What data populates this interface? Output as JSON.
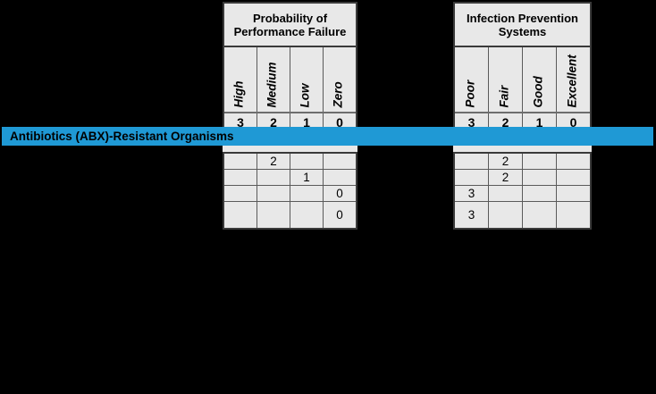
{
  "banner": {
    "label": "Antibiotics (ABX)-Resistant Organisms",
    "color": "#1f99d5"
  },
  "tables": {
    "left": {
      "title": "Probability of\nPerformance Failure",
      "title_line1": "Probability of",
      "title_line2": "Performance Failure",
      "columns": [
        {
          "label": "High",
          "score": "3"
        },
        {
          "label": "Medium",
          "score": "2"
        },
        {
          "label": "Low",
          "score": "1"
        },
        {
          "label": "Zero",
          "score": "0"
        }
      ],
      "rows": [
        [
          "",
          "2",
          "",
          ""
        ],
        [
          "",
          "",
          "1",
          ""
        ],
        [
          "",
          "",
          "",
          "0"
        ],
        [
          "",
          "",
          "",
          "0"
        ]
      ]
    },
    "right": {
      "title_line1": "Infection Prevention",
      "title_line2": "Systems",
      "columns": [
        {
          "label": "Poor",
          "score": "3"
        },
        {
          "label": "Fair",
          "score": "2"
        },
        {
          "label": "Good",
          "score": "1"
        },
        {
          "label": "Excellent",
          "score": "0"
        }
      ],
      "rows": [
        [
          "",
          "2",
          "",
          ""
        ],
        [
          "",
          "2",
          "",
          ""
        ],
        [
          "3",
          "",
          "",
          ""
        ],
        [
          "3",
          "",
          "",
          ""
        ]
      ]
    }
  },
  "colors": {
    "cell_background": "#e8e8e8",
    "border": "#5a5a5a",
    "page_background": "#000000"
  }
}
